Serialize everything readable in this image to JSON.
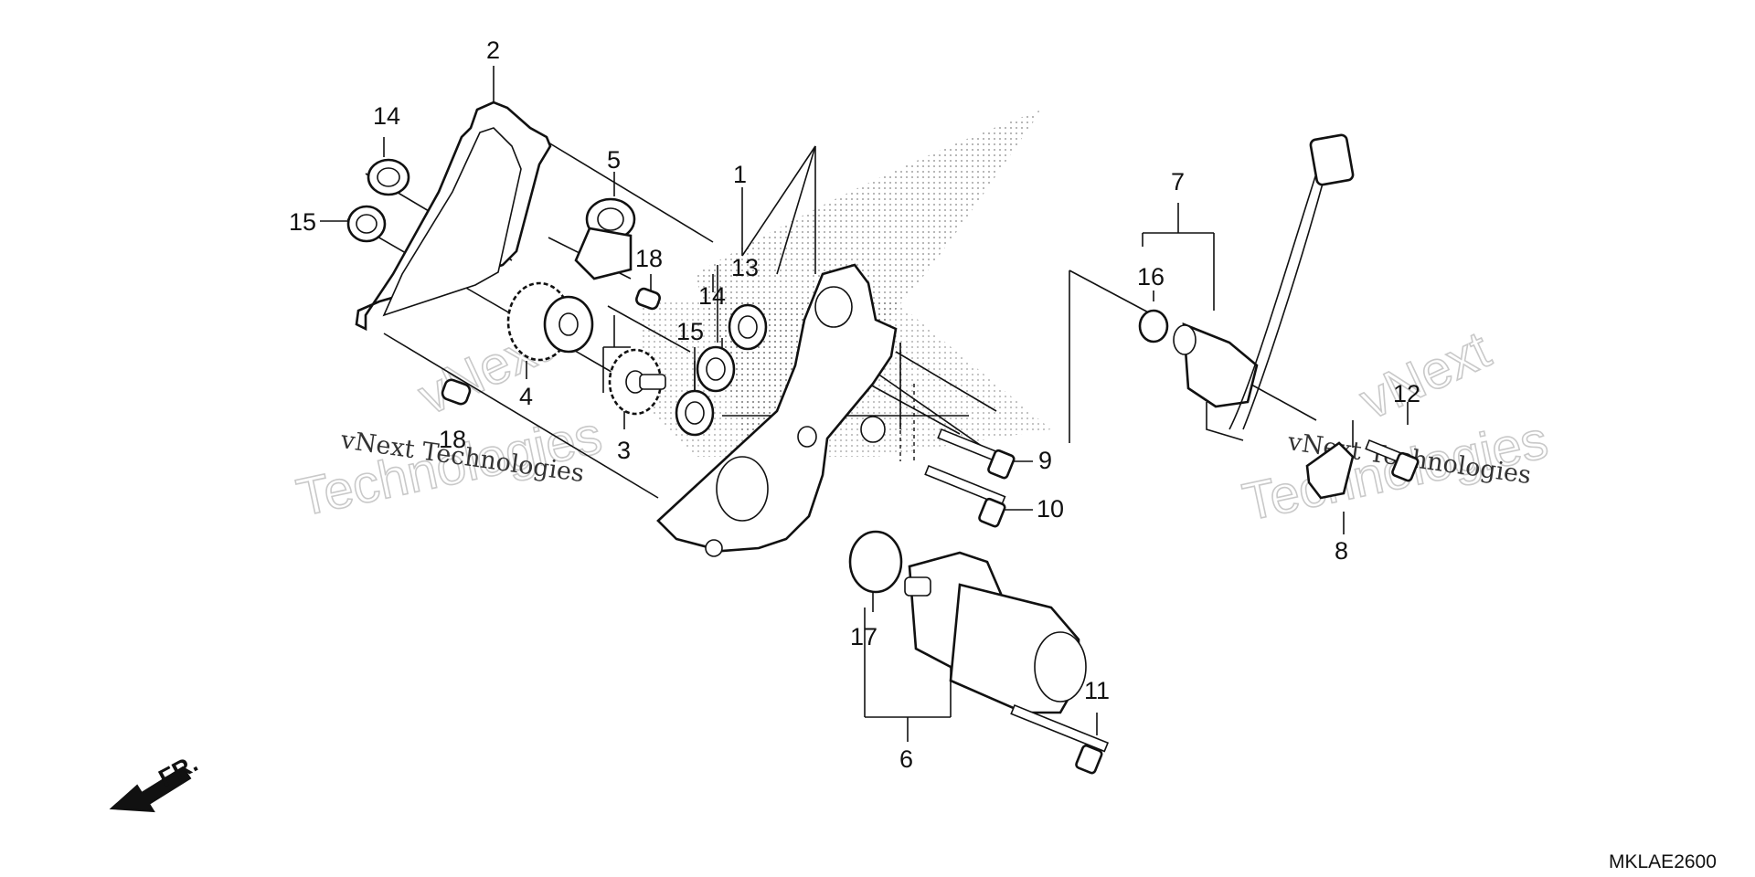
{
  "diagram_code": "MKLAE2600",
  "front_indicator": "FR.",
  "watermarks": {
    "brand_small": "vNext Technologies",
    "brand_big_1": "vNext",
    "brand_big_2": "Technologies"
  },
  "callouts": {
    "c1": "1",
    "c2": "2",
    "c3": "3",
    "c4": "4",
    "c5": "5",
    "c6": "6",
    "c7": "7",
    "c8": "8",
    "c9": "9",
    "c10": "10",
    "c11": "11",
    "c12": "12",
    "c13": "13",
    "c14a": "14",
    "c14b": "14",
    "c15a": "15",
    "c15b": "15",
    "c16": "16",
    "c17": "17",
    "c18a": "18",
    "c18b": "18"
  }
}
